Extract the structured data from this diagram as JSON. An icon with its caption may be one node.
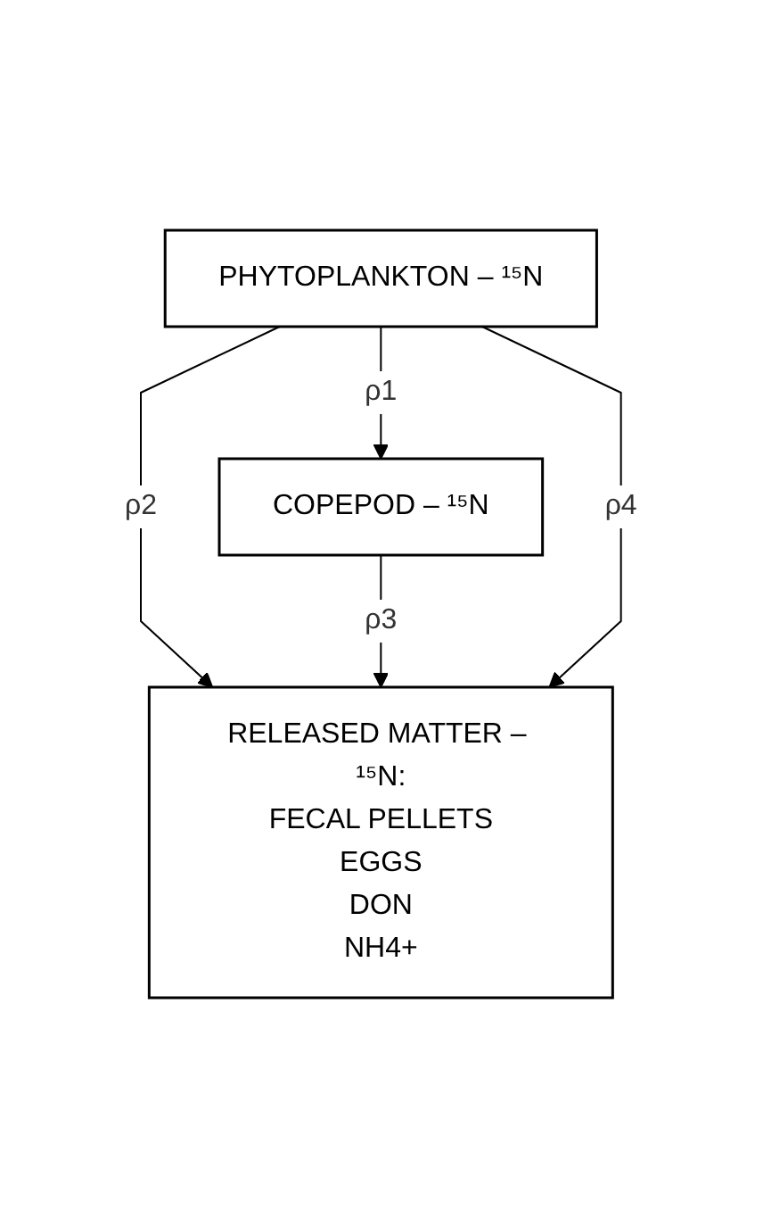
{
  "diagram": {
    "nodes": [
      {
        "text": [
          "PHYTOPLANKTON – ¹⁵N"
        ]
      },
      {
        "text": [
          "COPEPOD – ¹⁵N"
        ]
      },
      {
        "text": [
          "RELEASED MATTER – ¹⁵N:",
          "FECAL PELLETS",
          "EGGS",
          "DON",
          "NH4+"
        ]
      }
    ],
    "edges": [
      {
        "from": 0,
        "to": 1,
        "arrow": "to",
        "label": "ρ1"
      },
      {
        "from": 0,
        "to": 2,
        "arrow": "to",
        "label": "ρ2"
      },
      {
        "from": 1,
        "to": 2,
        "arrow": "to",
        "label": "ρ3"
      },
      {
        "from": 0,
        "to": 2,
        "arrow": "to",
        "label": "ρ4"
      }
    ]
  }
}
